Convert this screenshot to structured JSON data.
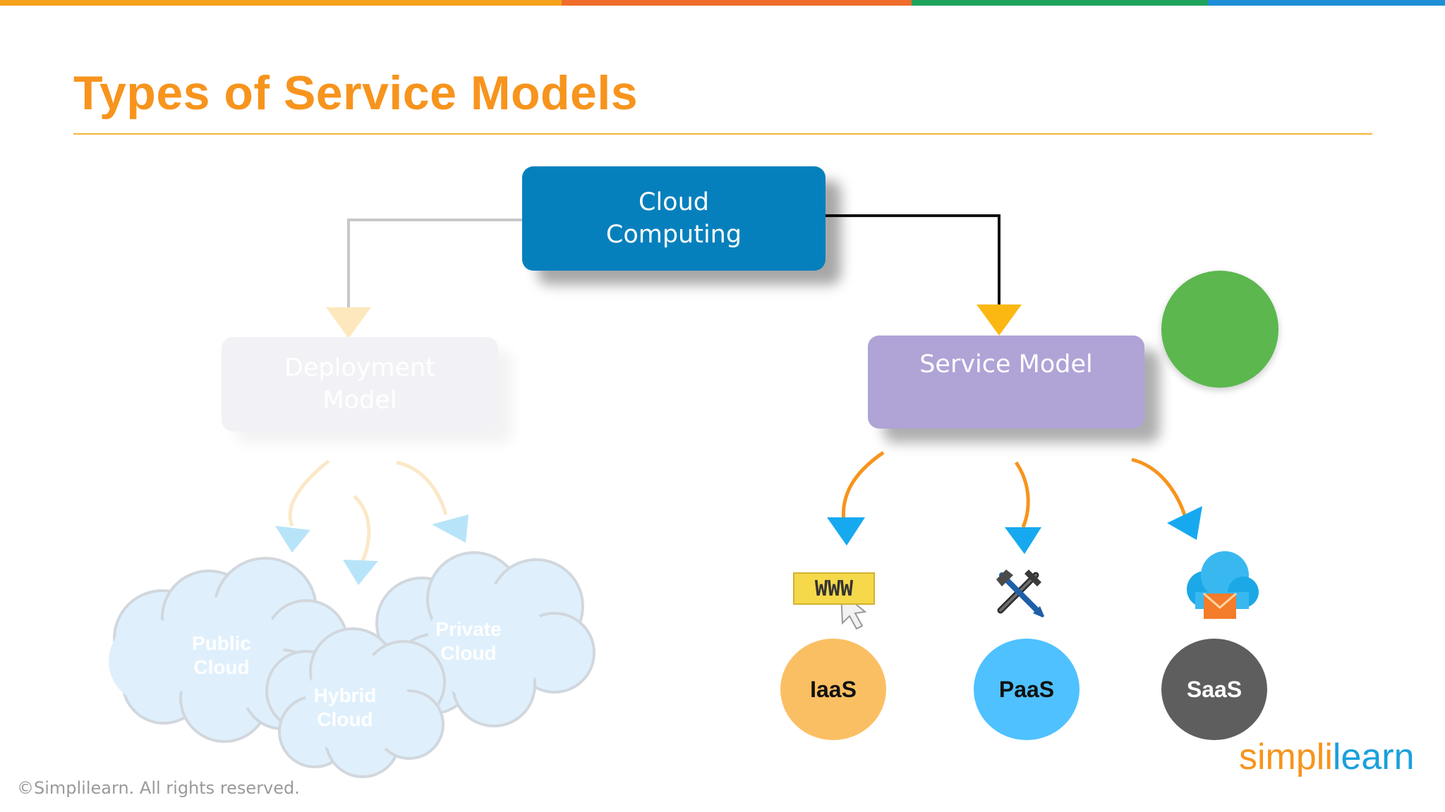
{
  "slide": {
    "title": "Types of Service Models",
    "top_bar_colors": [
      "#f7a21b",
      "#ef6c2b",
      "#1ea35c",
      "#1c8fd6"
    ]
  },
  "diagram": {
    "root": {
      "line1": "Cloud",
      "line2": "Computing",
      "color": "#0680bd"
    },
    "deployment_model": {
      "line1": "Deployment",
      "line2": "Model",
      "color": "#f2f2f6"
    },
    "service_model": {
      "label": "Service Model",
      "color": "#b0a3d6"
    },
    "deployment_clouds": [
      {
        "line1": "Public",
        "line2": "Cloud"
      },
      {
        "line1": "Hybrid",
        "line2": "Cloud"
      },
      {
        "line1": "Private",
        "line2": "Cloud"
      }
    ],
    "services": [
      {
        "label": "IaaS",
        "icon": "www-browser-icon",
        "color": "#fbbf63"
      },
      {
        "label": "PaaS",
        "icon": "tools-icon",
        "color": "#4fc1ff"
      },
      {
        "label": "SaaS",
        "icon": "cloud-mail-icon",
        "color": "#5e5e5e"
      }
    ],
    "www_text": "WWW",
    "selected_icon": "checkmark-icon",
    "selected_color": "#5bb74e"
  },
  "footer": {
    "copyright": "©Simplilearn. All rights reserved.",
    "logo_part1": "simpl",
    "logo_part2": "i",
    "logo_part3": "learn"
  }
}
